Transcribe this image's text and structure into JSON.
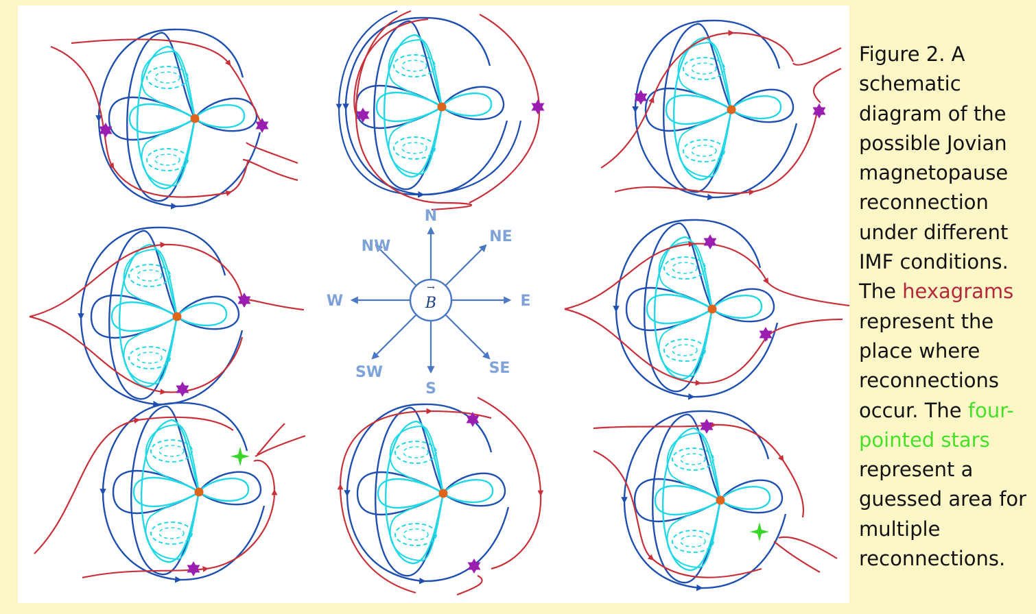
{
  "compass": {
    "center_label": "B",
    "directions": [
      "N",
      "NE",
      "E",
      "SE",
      "S",
      "SW",
      "W",
      "NW"
    ]
  },
  "caption": {
    "part1": "Figure 2. A schematic diagram of the possible Jovian magnetopause reconnection under different IMF conditions. The ",
    "hexagrams": "hexagrams",
    "part2": " represent the place where reconnections occur. The ",
    "four_pointed": "four-pointed stars",
    "part3": " represent a guessed area for multiple reconnections."
  },
  "colors": {
    "background": "#fdf6c7",
    "panel": "#ffffff",
    "imf_line": "#c8303a",
    "closed_line": "#1f4fb0",
    "inner_line": "#22d8e6",
    "planet": "#e0651c",
    "hexagram": "#9a1fb0",
    "four_pointed_star": "#38d82a",
    "compass": "#4a78c4",
    "compass_label": "#7fa3d8",
    "caption_red": "#b3293b",
    "caption_green": "#46e02a"
  },
  "panels": [
    {
      "id": "nw",
      "hexagrams": 2,
      "four_pointed_stars": 0
    },
    {
      "id": "n",
      "hexagrams": 2,
      "four_pointed_stars": 0
    },
    {
      "id": "ne",
      "hexagrams": 2,
      "four_pointed_stars": 0
    },
    {
      "id": "w",
      "hexagrams": 2,
      "four_pointed_stars": 0
    },
    {
      "id": "e",
      "hexagrams": 2,
      "four_pointed_stars": 0
    },
    {
      "id": "sw",
      "hexagrams": 1,
      "four_pointed_stars": 1
    },
    {
      "id": "s",
      "hexagrams": 2,
      "four_pointed_stars": 0
    },
    {
      "id": "se",
      "hexagrams": 1,
      "four_pointed_stars": 1
    }
  ]
}
